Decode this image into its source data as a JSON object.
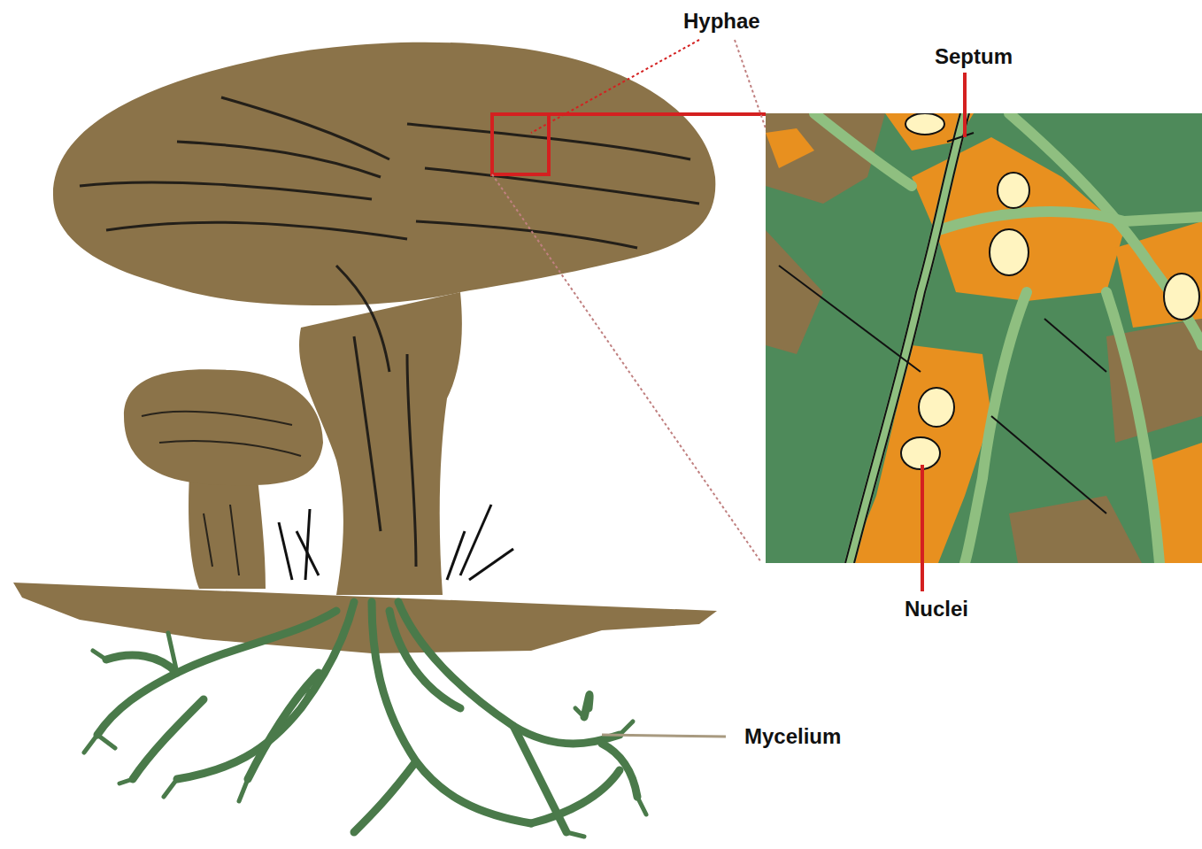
{
  "diagram": {
    "labels": [
      "Hyphae",
      "Septum",
      "Nuclei",
      "Mycelium"
    ]
  }
}
